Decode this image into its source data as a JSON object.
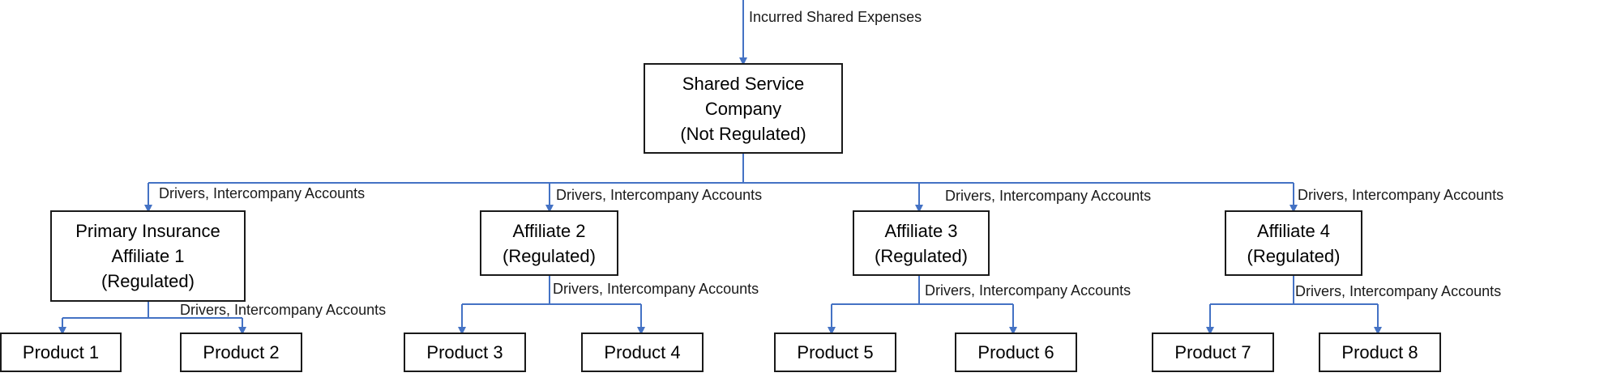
{
  "colors": {
    "connector": "#4472c4",
    "border": "#1a1a1a",
    "text": "#000000"
  },
  "labels": {
    "incurred": "Incurred Shared Expenses",
    "edge_aff1": "Drivers, Intercompany Accounts",
    "edge_aff2": "Drivers, Intercompany Accounts",
    "edge_aff3": "Drivers, Intercompany Accounts",
    "edge_aff4": "Drivers, Intercompany Accounts",
    "edge_p12": "Drivers, Intercompany Accounts",
    "edge_p34": "Drivers, Intercompany Accounts",
    "edge_p56": "Drivers, Intercompany Accounts",
    "edge_p78": "Drivers, Intercompany Accounts"
  },
  "nodes": {
    "shared": {
      "lines": [
        "Shared Service",
        "Company",
        "(Not Regulated)"
      ]
    },
    "affiliate1": {
      "lines": [
        "Primary Insurance",
        "Affiliate 1",
        "(Regulated)"
      ]
    },
    "affiliate2": {
      "lines": [
        "Affiliate 2",
        "(Regulated)"
      ]
    },
    "affiliate3": {
      "lines": [
        "Affiliate 3",
        "(Regulated)"
      ]
    },
    "affiliate4": {
      "lines": [
        "Affiliate 4",
        "(Regulated)"
      ]
    },
    "product1": {
      "lines": [
        "Product 1"
      ]
    },
    "product2": {
      "lines": [
        "Product 2"
      ]
    },
    "product3": {
      "lines": [
        "Product 3"
      ]
    },
    "product4": {
      "lines": [
        "Product 4"
      ]
    },
    "product5": {
      "lines": [
        "Product 5"
      ]
    },
    "product6": {
      "lines": [
        "Product 6"
      ]
    },
    "product7": {
      "lines": [
        "Product 7"
      ]
    },
    "product8": {
      "lines": [
        "Product 8"
      ]
    }
  }
}
